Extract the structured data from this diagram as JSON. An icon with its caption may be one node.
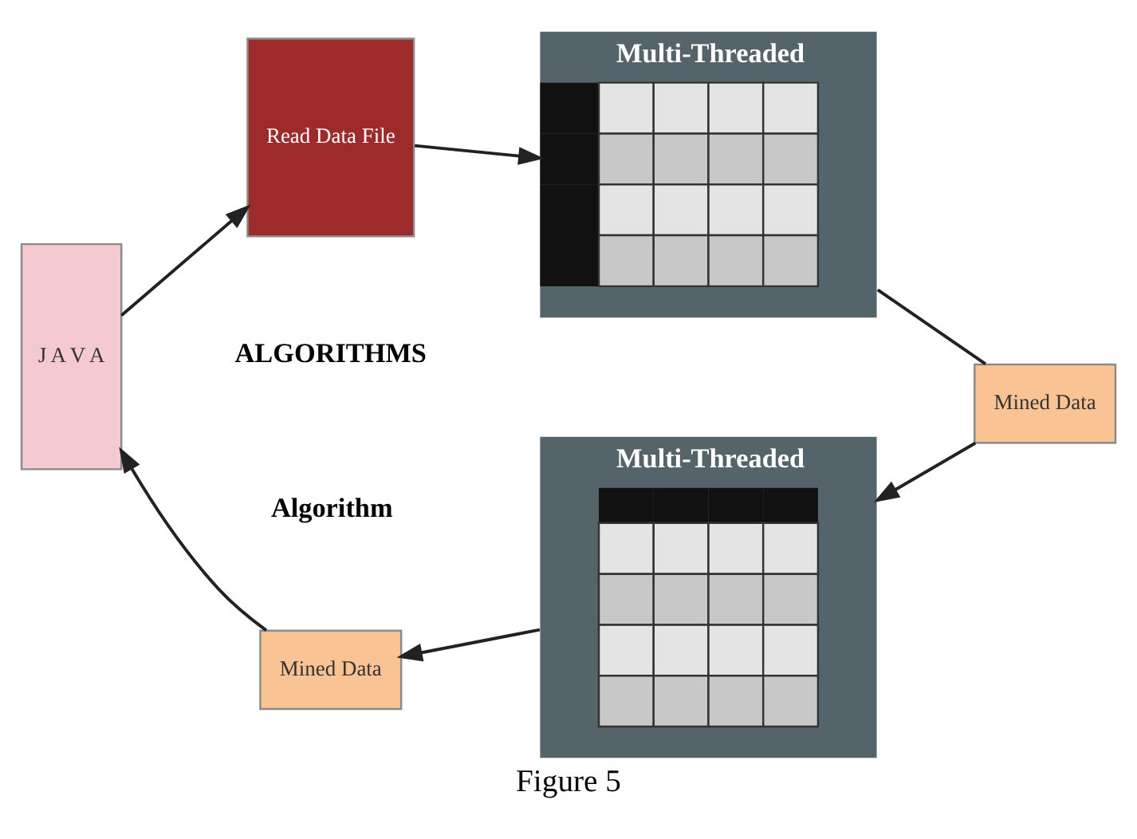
{
  "diagram": {
    "caption": "Figure 5",
    "nodes": [
      {
        "text": [
          "J A V A"
        ]
      },
      {
        "text": [
          "Read Data File"
        ]
      },
      {
        "text": [
          "Multi-Threaded"
        ]
      },
      {
        "text": [
          "Mined Data"
        ]
      },
      {
        "text": [
          "Multi-Threaded"
        ]
      },
      {
        "text": [
          "Mined Data"
        ]
      }
    ],
    "edges": [
      {
        "from": 0,
        "to": 1,
        "arrow": "to"
      },
      {
        "from": 1,
        "to": 2,
        "arrow": "to"
      },
      {
        "from": 2,
        "to": 3,
        "arrow": "none"
      },
      {
        "from": 3,
        "to": 4,
        "arrow": "to"
      },
      {
        "from": 4,
        "to": 5,
        "arrow": "to"
      },
      {
        "from": 5,
        "to": 0,
        "arrow": "to"
      }
    ],
    "labels": [
      "ALGORITHMS",
      "Algorithm"
    ]
  }
}
